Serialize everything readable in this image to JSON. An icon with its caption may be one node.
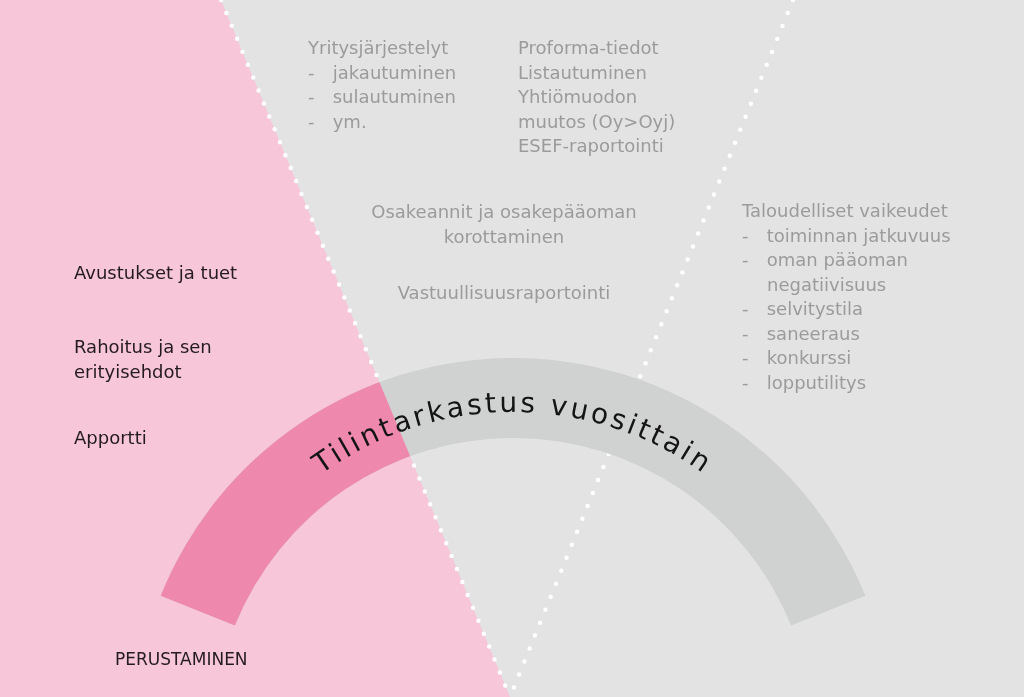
{
  "diagram": {
    "nodes": [
      {
        "text": [
          "Avustukset ja tuet",
          "Rahoitus ja sen erityisehdot",
          "Apportti",
          "PERUSTAMINEN"
        ]
      },
      {
        "text": [
          "Tilintarkastus vuosittain"
        ]
      }
    ],
    "labels": [
      "Yritysjärjestelyt",
      "- jakautuminen",
      "- sulautuminen",
      "- ym.",
      "Proforma-tiedot",
      "Listautuminen",
      "Yhtiömuodon muutos (Oy>Oyj)",
      "ESEF-raportointi",
      "Osakeannit ja osakepääoman korottaminen",
      "Vastuullisuusraportointi",
      "Taloudelliset vaikeudet",
      "- toiminnan jatkuvuus",
      "- oman pääoman negatiivisuus",
      "- selvitystila",
      "- saneeraus",
      "- konkurssi",
      "- lopputilitys"
    ]
  }
}
